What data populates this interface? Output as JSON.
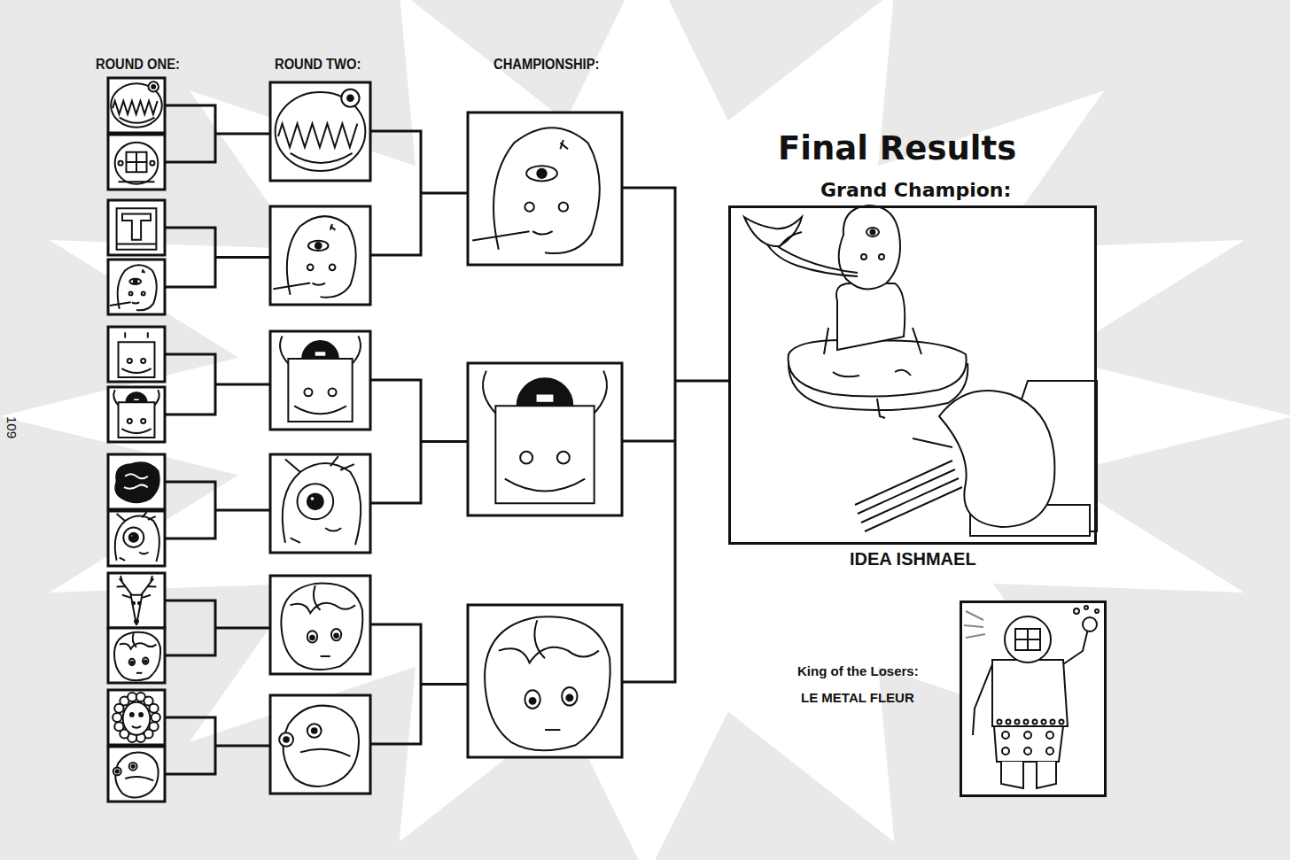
{
  "diagram": {
    "title": "Final Results",
    "nodes": [
      {
        "text": [
          "Grand Champion:",
          "IDEA ISHMAEL"
        ]
      },
      {
        "text": [
          "King of the Losers:",
          "LE METAL FLEUR"
        ]
      }
    ],
    "labels": [
      "ROUND ONE:",
      "ROUND TWO:",
      "CHAMPIONSHIP:",
      "109"
    ]
  }
}
